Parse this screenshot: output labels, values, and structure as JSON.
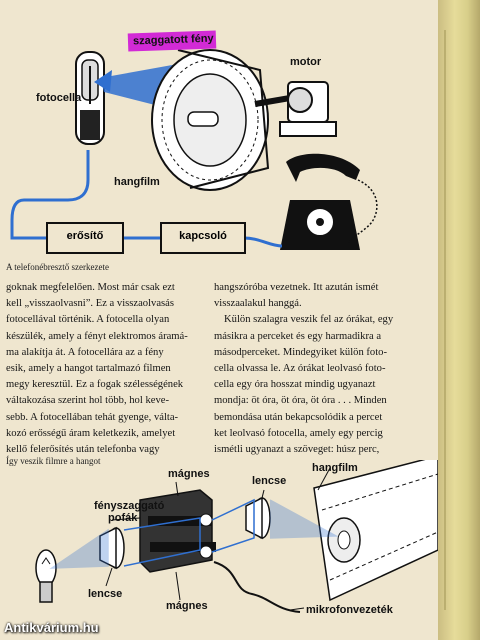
{
  "diagram1": {
    "highlight_label": "szaggatott fény",
    "labels": {
      "fotocella": "fotocella",
      "motor": "motor",
      "hangfilm": "hangfilm",
      "erosito": "erősítő",
      "kapcsolo": "kapcsoló"
    },
    "caption": "A telefonébresztő szerkezete"
  },
  "text": {
    "left": [
      "goknak megfelelően. Most már csak ezt",
      "kell „visszaolvasni”. Ez a visszaolvasás",
      "fotocellával történik. A fotocella olyan",
      "készülék, amely a fényt elektromos áramá-",
      "ma alakítja át. A fotocellára az a fény",
      "esik, amely a hangot tartalmazó filmen",
      "megy keresztül. Ez a fogak szélességének",
      "váltakozása szerint hol több, hol keve-",
      "sebb. A fotocellában tehát gyenge, válta-",
      "kozó erősségű áram keletkezik, amelyet",
      "kellő felerősítés után telefonba vagy"
    ],
    "right": [
      "hangszóróba vezetnek. Itt azután ismét",
      "visszaalakul hanggá.",
      "Külön szalagra veszik fel az órákat, egy",
      "másikra a perceket és egy harmadikra a",
      "másodperceket. Mindegyiket külön foto-",
      "cella olvassa le. Az órákat leolvasó foto-",
      "cella egy óra hosszat mindig ugyanazt",
      "mondja: öt óra, öt óra, öt óra . . . Minden",
      "bemondása után bekapcsolódik a percet",
      "ket leolvasó fotocella, amely egy percig",
      "ismétli ugyanazt a szöveget: húsz perc,"
    ]
  },
  "diagram2": {
    "caption": "Így veszik filmre a hangot",
    "labels": {
      "hangfilm": "hangfilm",
      "fenyszaggato": "fényszaggató",
      "pofak": "pofák",
      "magnes_top": "mágnes",
      "lencse_top": "lencse",
      "lencse_bottom": "lencse",
      "magnes_bottom": "mágnes",
      "mikrofonvezetek": "mikrofonvezeték"
    }
  },
  "watermark": "Antikvárium.hu",
  "colors": {
    "paper": "#efe6cf",
    "blue": "#2f6fd0",
    "magenta": "#d22ad6",
    "ink": "#111111",
    "binding": "#e0d795"
  }
}
